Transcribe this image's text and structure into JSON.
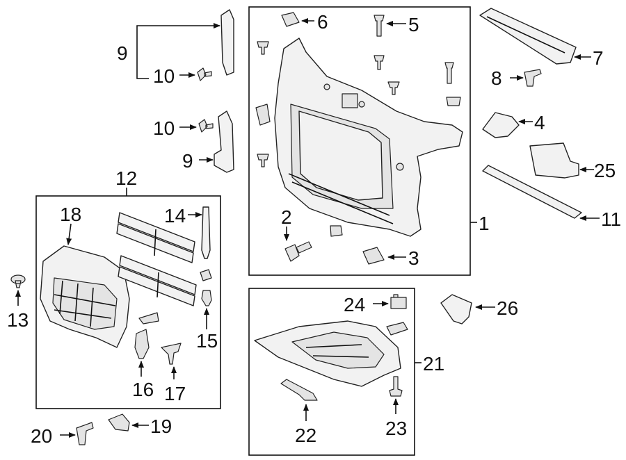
{
  "diagram": {
    "labels": {
      "c1": "1",
      "c2": "2",
      "c3": "3",
      "c4": "4",
      "c5": "5",
      "c6": "6",
      "c7": "7",
      "c8": "8",
      "c9a": "9",
      "c9b": "9",
      "c10a": "10",
      "c10b": "10",
      "c11": "11",
      "c12": "12",
      "c13": "13",
      "c14": "14",
      "c15": "15",
      "c16": "16",
      "c17": "17",
      "c18": "18",
      "c19": "19",
      "c20": "20",
      "c21": "21",
      "c22": "22",
      "c23": "23",
      "c24": "24",
      "c25": "25",
      "c26": "26"
    }
  }
}
